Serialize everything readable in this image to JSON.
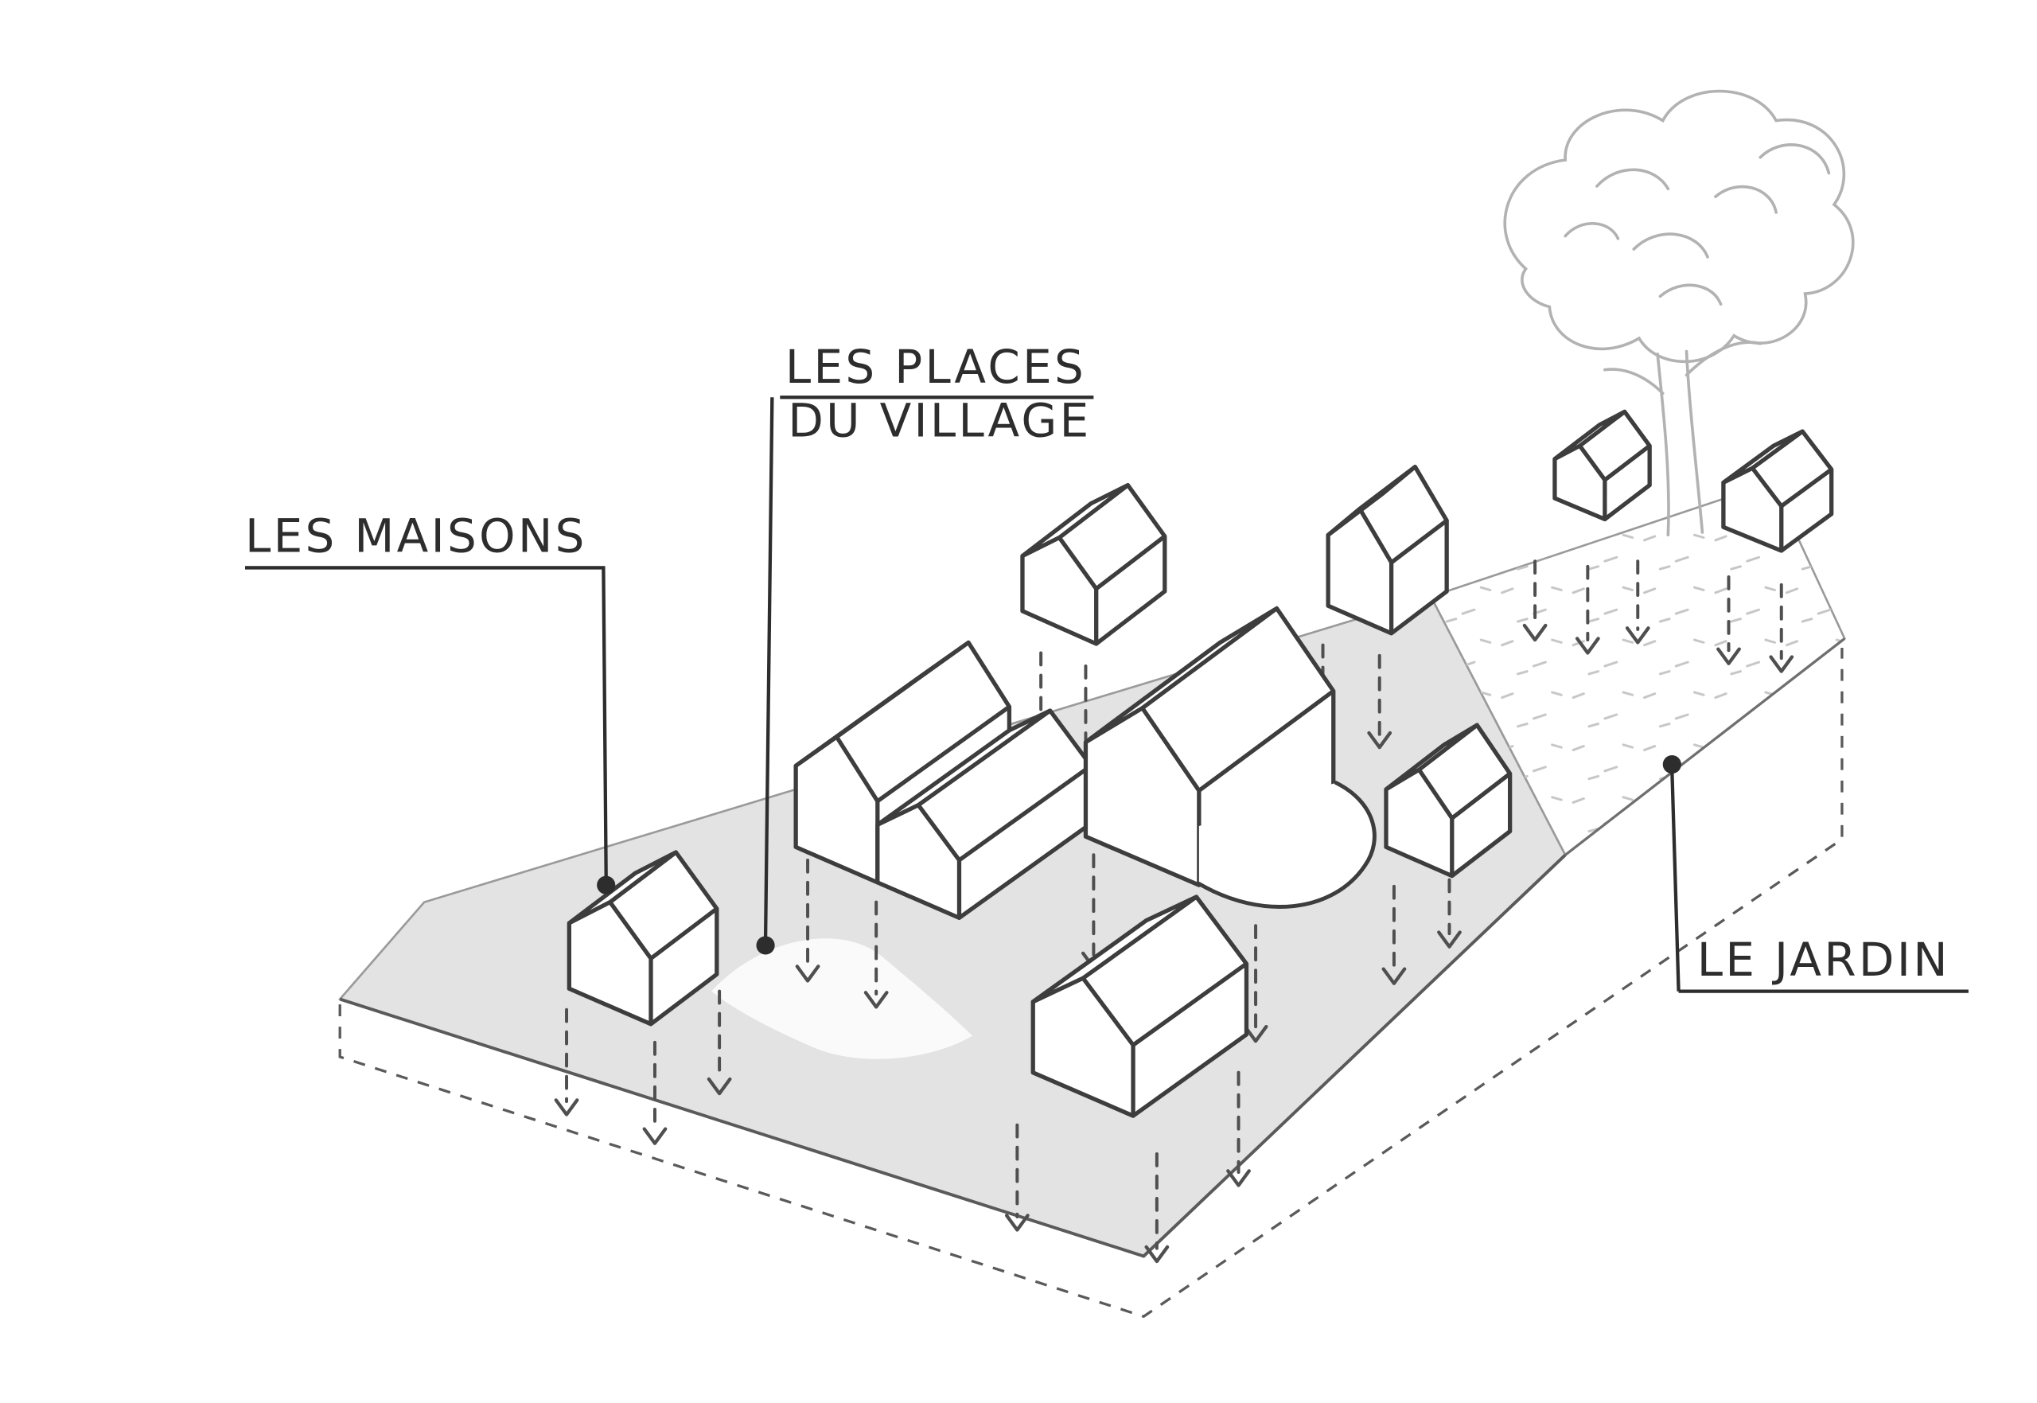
{
  "labels": {
    "maisons": "LES MAISONS",
    "places_line1": "LES PLACES",
    "places_line2": "DU VILLAGE",
    "jardin": "LE JARDIN"
  },
  "colors": {
    "ground": "#e3e3e3",
    "ink": "#2d2d2d",
    "sketch": "#b2b2b2"
  }
}
